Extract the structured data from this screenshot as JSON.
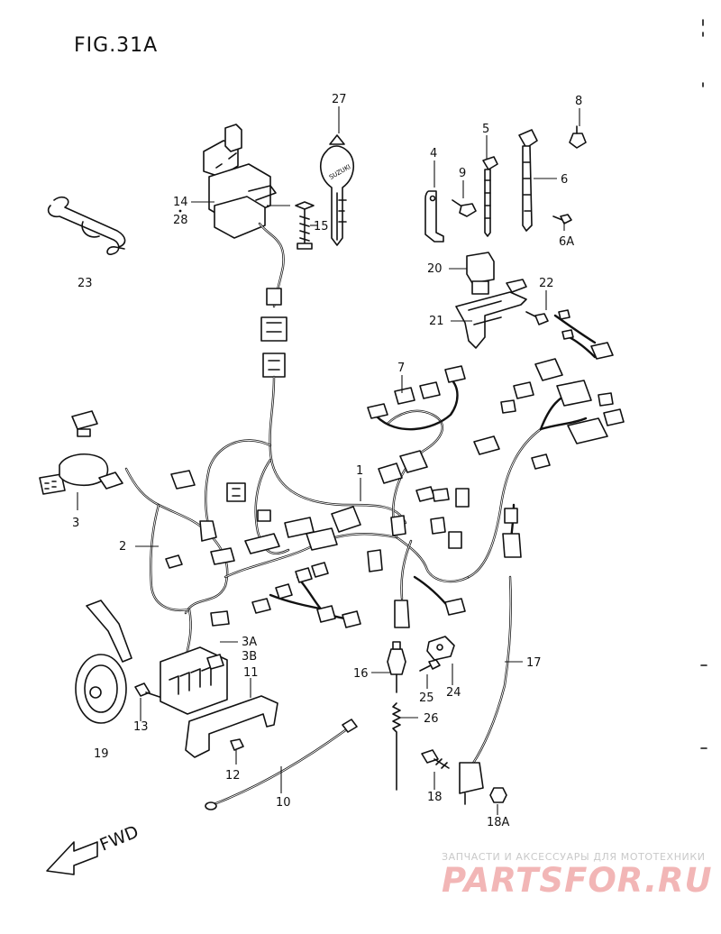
{
  "figure": {
    "title": "FIG.31A"
  },
  "fwd_label": "FWD",
  "key_brand": "SUZUKI",
  "watermark": {
    "caption": "ЗАПЧАСТИ И АКСЕССУАРЫ ДЛЯ МОТОТЕХНИКИ",
    "brand": "PARTSFOR.RU"
  },
  "part_labels": [
    {
      "id": "p27",
      "text": "27"
    },
    {
      "id": "p14",
      "text": "14"
    },
    {
      "id": "p28",
      "text": "28"
    },
    {
      "id": "p15",
      "text": "15"
    },
    {
      "id": "p23",
      "text": "23"
    },
    {
      "id": "p4",
      "text": "4"
    },
    {
      "id": "p5",
      "text": "5"
    },
    {
      "id": "p9",
      "text": "9"
    },
    {
      "id": "p6",
      "text": "6"
    },
    {
      "id": "p6A",
      "text": "6A"
    },
    {
      "id": "p8",
      "text": "8"
    },
    {
      "id": "p20",
      "text": "20"
    },
    {
      "id": "p21",
      "text": "21"
    },
    {
      "id": "p22",
      "text": "22"
    },
    {
      "id": "p7",
      "text": "7"
    },
    {
      "id": "p1",
      "text": "1"
    },
    {
      "id": "p3",
      "text": "3"
    },
    {
      "id": "p2",
      "text": "2"
    },
    {
      "id": "p3A",
      "text": "3A"
    },
    {
      "id": "p3B",
      "text": "3B"
    },
    {
      "id": "p11",
      "text": "11"
    },
    {
      "id": "p13",
      "text": "13"
    },
    {
      "id": "p19",
      "text": "19"
    },
    {
      "id": "p12",
      "text": "12"
    },
    {
      "id": "p10",
      "text": "10"
    },
    {
      "id": "p16",
      "text": "16"
    },
    {
      "id": "p25",
      "text": "25"
    },
    {
      "id": "p24",
      "text": "24"
    },
    {
      "id": "p26",
      "text": "26"
    },
    {
      "id": "p17",
      "text": "17"
    },
    {
      "id": "p18",
      "text": "18"
    },
    {
      "id": "p18A",
      "text": "18A"
    }
  ],
  "colors": {
    "line": "#111111",
    "watermark_brand": "#f2b6b6",
    "watermark_caption": "#c9c9c9"
  }
}
